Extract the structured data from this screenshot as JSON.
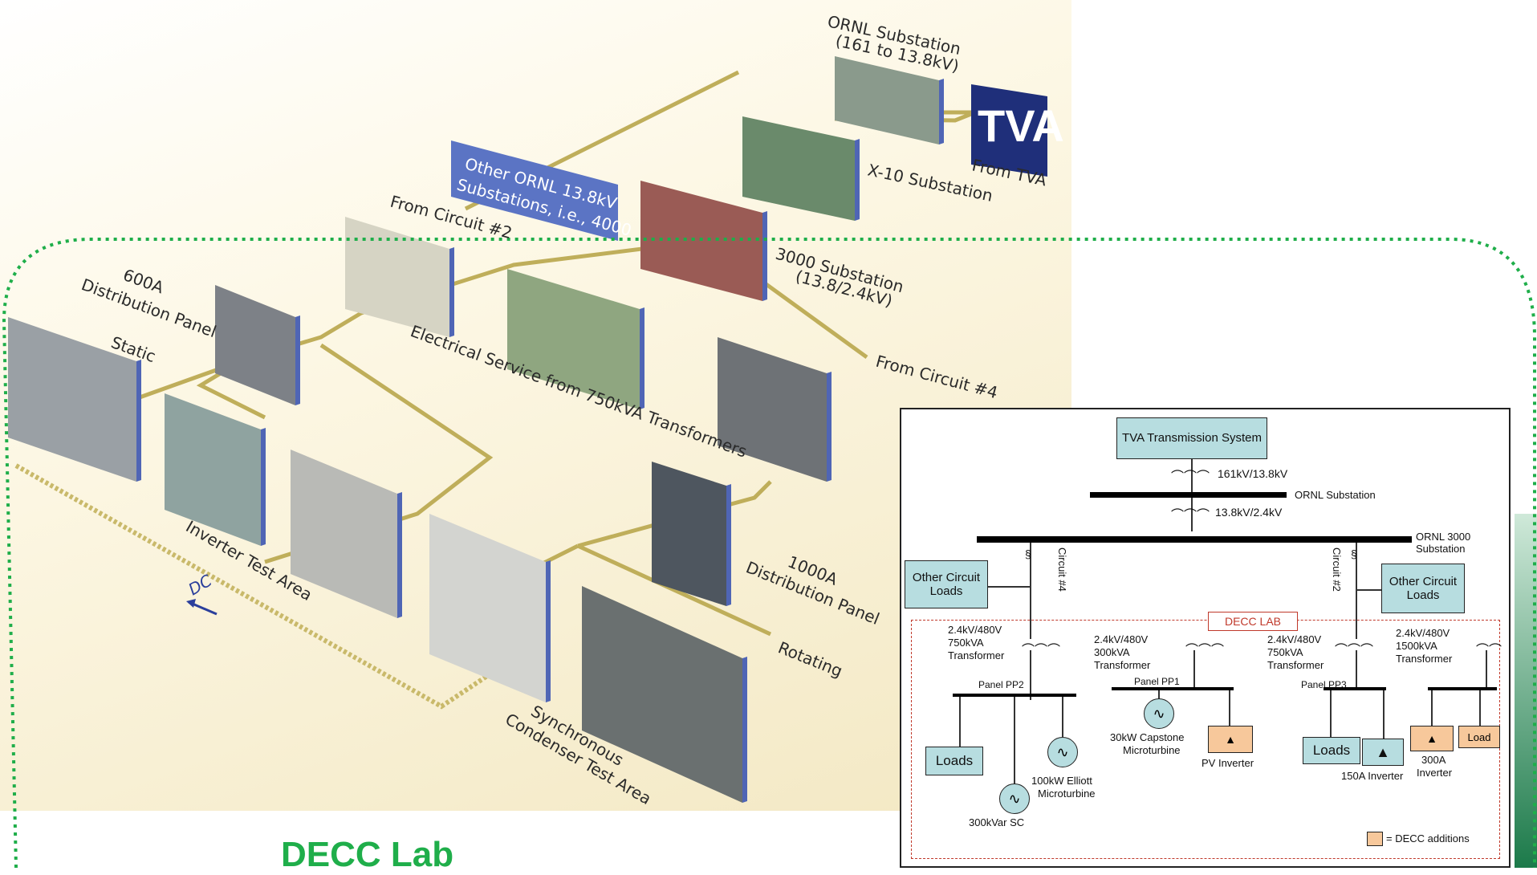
{
  "pictorial": {
    "labels": {
      "ornl_sub": [
        "ORNL Substation",
        "(161 to 13.8kV)"
      ],
      "tva_logo": "TVA",
      "from_tva": "From TVA",
      "x10": "X-10 Substation",
      "other_ornl": [
        "Other ORNL 13.8kV",
        "Substations, i.e., 4000"
      ],
      "from_circuit2": "From Circuit #2",
      "sub3000": [
        "3000 Substation",
        "(13.8/2.4kV)"
      ],
      "panel600": [
        "600A",
        "Distribution Panel"
      ],
      "static": "Static",
      "elec_service": "Electrical Service from 750kVA Transformers",
      "from_circuit4": "From Circuit #4",
      "inverter_test": "Inverter Test Area",
      "dc": "DC",
      "panel1000": [
        "1000A",
        "Distribution Panel"
      ],
      "rotating": "Rotating",
      "sync_cond": [
        "Synchronous",
        "Condenser Test Area"
      ]
    },
    "title": "DECC Lab"
  },
  "schematic": {
    "tva_system": "TVA Transmission System",
    "xf1": "161kV/13.8kV",
    "ornl_sub": "ORNL Substation",
    "xf2": "13.8kV/2.4kV",
    "ornl3000": "ORNL 3000 Substation",
    "circuit4": "Circuit #4",
    "circuit2": "Circuit #2",
    "other_loads_left": "Other Circuit Loads",
    "other_loads_right": "Other Circuit Loads",
    "decc_lab": "DECC LAB",
    "t1": [
      "2.4kV/480V",
      "750kVA",
      "Transformer"
    ],
    "t2": [
      "2.4kV/480V",
      "300kVA",
      "Transformer"
    ],
    "t3": [
      "2.4kV/480V",
      "750kVA",
      "Transformer"
    ],
    "t4": [
      "2.4kV/480V",
      "1500kVA",
      "Transformer"
    ],
    "pp2": "Panel PP2",
    "pp1": "Panel PP1",
    "pp3": "Panel PP3",
    "loads1": "Loads",
    "loads2": "Loads",
    "sc300": "300kVar SC",
    "elliott": [
      "100kW Elliott",
      "Microturbine"
    ],
    "capstone": [
      "30kW Capstone",
      "Microturbine"
    ],
    "pv_inverter": "PV Inverter",
    "inv150": "150A Inverter",
    "inv300": [
      "300A",
      "Inverter"
    ],
    "load": "Load",
    "legend": "= DECC additions",
    "colors": {
      "box": "#b7dde0",
      "decc": "#f7c89b",
      "decc_border": "#c0392b"
    }
  },
  "colors": {
    "wire": "#bfae5a",
    "dotted_border": "#1fae4a",
    "photo_edge": "#5a6fb8",
    "title": "#1fae4a"
  }
}
